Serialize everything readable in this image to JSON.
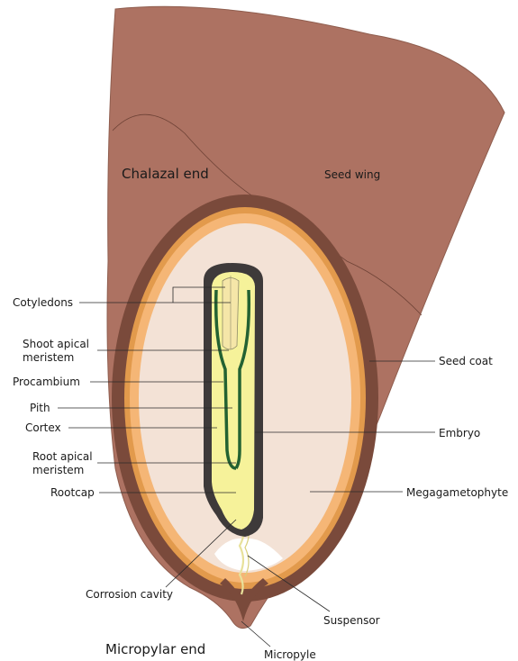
{
  "regions": {
    "chalazal_end": "Chalazal end",
    "micropylar_end": "Micropylar end",
    "seed_wing": "Seed wing"
  },
  "labels": {
    "cotyledons": "Cotyledons",
    "shoot_apical_meristem": [
      "Shoot apical",
      "meristem"
    ],
    "procambium": "Procambium",
    "pith": "Pith",
    "cortex": "Cortex",
    "root_apical_meristem": [
      "Root apical",
      "meristem"
    ],
    "rootcap": "Rootcap",
    "corrosion_cavity": "Corrosion cavity",
    "seed_coat": "Seed coat",
    "embryo": "Embryo",
    "megagametophyte": "Megagametophyte",
    "suspensor": "Suspensor",
    "micropyle": "Micropyle"
  },
  "colors": {
    "seed_wing": "#ad7262",
    "seed_coat_dark": "#7a4a3b",
    "seed_coat_orange": "#e29a4c",
    "seed_coat_inner": "#f5b676",
    "megagametophyte": "#f3e2d6",
    "embryo": "#f6f29a",
    "embryo_outline": "#3e3a3a",
    "procambium": "#236232",
    "cavity": "#ffffff"
  }
}
